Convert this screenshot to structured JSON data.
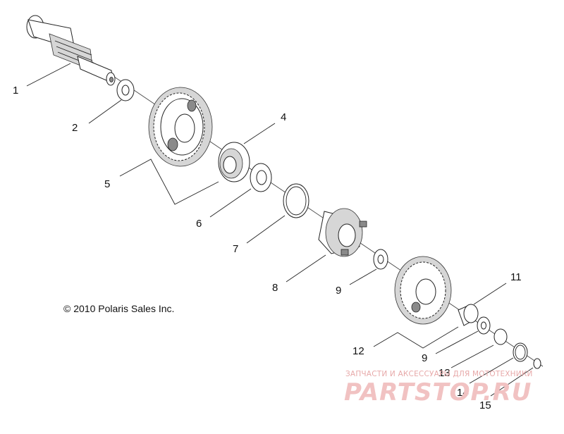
{
  "diagram": {
    "copyright": "© 2010 Polaris Sales Inc.",
    "callouts": [
      {
        "id": "c1",
        "label": "1"
      },
      {
        "id": "c2",
        "label": "2"
      },
      {
        "id": "c4",
        "label": "4"
      },
      {
        "id": "c5",
        "label": "5"
      },
      {
        "id": "c6",
        "label": "6"
      },
      {
        "id": "c7",
        "label": "7"
      },
      {
        "id": "c8",
        "label": "8"
      },
      {
        "id": "c9a",
        "label": "9"
      },
      {
        "id": "c11",
        "label": "11"
      },
      {
        "id": "c12",
        "label": "12"
      },
      {
        "id": "c9b",
        "label": "9"
      },
      {
        "id": "c13",
        "label": "13"
      },
      {
        "id": "c14",
        "label": "14"
      },
      {
        "id": "c15",
        "label": "15"
      }
    ]
  },
  "watermark": {
    "subtitle": "ЗАПЧАСТИ И АКСЕССУАРЫ ДЛЯ МОТОТЕХНИКИ",
    "brand": "PARTSTOP.RU"
  }
}
